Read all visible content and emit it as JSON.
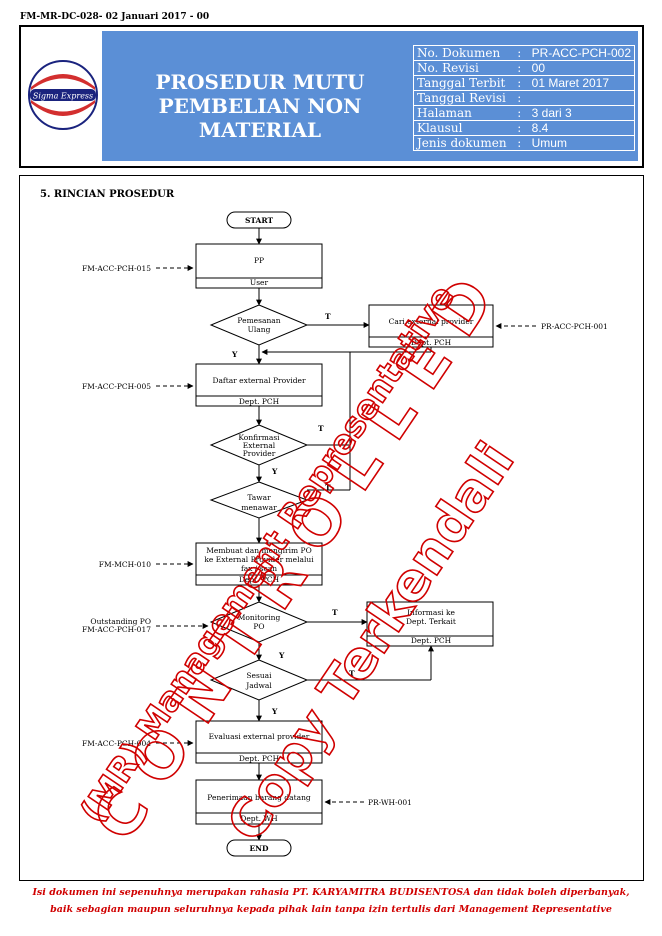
{
  "form_code": "FM-MR-DC-028- 02 Januari 2017 - 00",
  "logo": {
    "text": "Sigma Express",
    "icon": "company-logo"
  },
  "title": {
    "line1": "PROSEDUR MUTU",
    "line2": "PEMBELIAN NON MATERIAL"
  },
  "doc_info": [
    {
      "key": "No. Dokumen",
      "value": "PR-ACC-PCH-002"
    },
    {
      "key": "No. Revisi",
      "value": "00"
    },
    {
      "key": "Tanggal Terbit",
      "value": "01 Maret 2017"
    },
    {
      "key": "Tanggal Revisi",
      "value": ""
    },
    {
      "key": "Halaman",
      "value": "3 dari 3"
    },
    {
      "key": "Klausul",
      "value": "8.4"
    },
    {
      "key": "Jenis dokumen",
      "value": "Umum"
    }
  ],
  "colon": ":",
  "section_title": "5.   RINCIAN PROSEDUR",
  "flow": {
    "start": "START",
    "end": "END",
    "pp": "PP",
    "pp_owner": "User",
    "pemesanan1": "Pemesanan",
    "pemesanan2": "Ulang",
    "cari": "Cari external provider",
    "cari_owner": "Dept. PCH",
    "daftar": "Daftar external Provider",
    "daftar_owner": "Dept. PCH",
    "konfirmasi1": "Konfirmasi",
    "konfirmasi2": "External",
    "konfirmasi3": "Provider",
    "tawar1": "Tawar",
    "tawar2": "menawar",
    "po1": "Membuat dan mengirim PO",
    "po2": "ke External Provider melalui",
    "po3": "fax / scan",
    "po_owner": "Dept. PCH",
    "monitoring1": "Monitoring",
    "monitoring2": "PO",
    "informasi1": "Informasi ke",
    "informasi2": "Dept. Terkait",
    "informasi_owner": "Dept. PCH",
    "sesuai1": "Sesuai",
    "sesuai2": "Jadwal",
    "evaluasi": "Evaluasi external provider",
    "evaluasi_owner": "Dept. PCH",
    "penerimaan": "Penerimaan barang datang",
    "penerimaan_owner": "Dept. WH",
    "ref_pp": "FM-ACC-PCH-015",
    "ref_daftar": "FM-ACC-PCH-005",
    "ref_po": "FM-MCH-010",
    "ref_outstanding1": "Outstanding PO",
    "ref_outstanding2": "FM-ACC-PCH-017",
    "ref_evaluasi": "FM-ACC-PCH-004",
    "ref_cari": "PR-ACC-PCH-001",
    "ref_wh": "PR-WH-001",
    "t": "T",
    "y": "Y"
  },
  "watermark": {
    "line1": "(MR) Management Representative",
    "line2": "C O N T R O L L E D",
    "line3": "Copy Terkendali"
  },
  "footer": {
    "line1": "Isi dokumen ini sepenuhnya merupakan rahasia PT. KARYAMITRA BUDISENTOSA dan tidak boleh diperbanyak,",
    "line2": "baik sebagian maupun seluruhnya kepada pihak lain tanpa izin tertulis dari Management Representative"
  },
  "colors": {
    "title_band": "#5b8fd6",
    "watermark": "#d00000",
    "footer": "#d00000"
  }
}
